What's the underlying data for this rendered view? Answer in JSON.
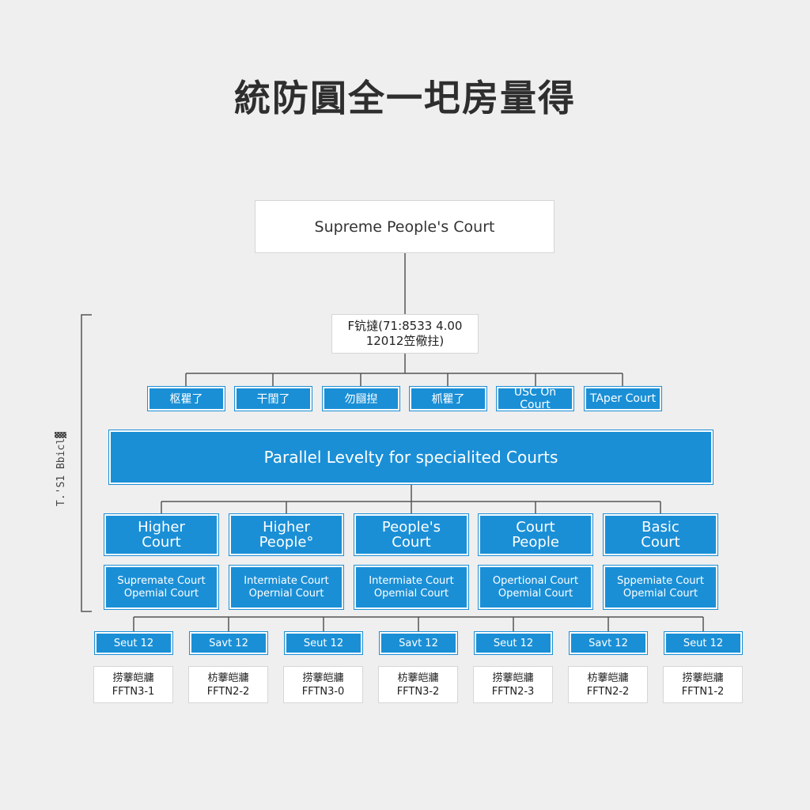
{
  "title": "統防圓全一圯房量得",
  "root": {
    "label": "Supreme People's Court"
  },
  "mid": {
    "line1": "F钪撻(71:8533 4.00",
    "line2": "12012笠儆拄)"
  },
  "side_label": {
    "line1": "T.'S1  Bbicl▓",
    "line2": ""
  },
  "small_courts": [
    "枢瞿了",
    "干閨了",
    "勿圝揑",
    "枛瞿了",
    "USC On Court",
    "TAper Court"
  ],
  "banner": {
    "label": "Parallel Levelty for specialited Courts"
  },
  "courts": [
    {
      "top1": "Higher",
      "top2": "Court",
      "bot1": "Supremate Court",
      "bot2": "Opemial Court"
    },
    {
      "top1": "Higher",
      "top2": "People°",
      "bot1": "Intermiate Court",
      "bot2": "Opernial Court"
    },
    {
      "top1": "People's",
      "top2": "Court",
      "bot1": "Intermiate Court",
      "bot2": "Opemial Court"
    },
    {
      "top1": "Court",
      "top2": "People",
      "bot1": "Opertional Court",
      "bot2": "Opemial Court"
    },
    {
      "top1": "Basic",
      "top2": "Court",
      "bot1": "Sppemiate Court",
      "bot2": "Opemial Court"
    }
  ],
  "seats": [
    {
      "label": "Seut 12",
      "code1": "捞藆皑牅",
      "code2": "FFTN3-1"
    },
    {
      "label": "Savt 12",
      "code1": "枋藆皑牅",
      "code2": "FFTN2-2"
    },
    {
      "label": "Seut 12",
      "code1": "捞藆皑牅",
      "code2": "FFTN3-0"
    },
    {
      "label": "Savt 12",
      "code1": "枋藆皑牅",
      "code2": "FFTN3-2"
    },
    {
      "label": "Seut 12",
      "code1": "捞藆皑牅",
      "code2": "FFTN2-3"
    },
    {
      "label": "Savt 12",
      "code1": "枋藆皑牅",
      "code2": "FFTN2-2"
    },
    {
      "label": "Seut 12",
      "code1": "捞藆皑牅",
      "code2": "FFTN1-2"
    }
  ],
  "colors": {
    "accent": "#1a8fd6",
    "line": "#555555",
    "background": "#efefef"
  }
}
